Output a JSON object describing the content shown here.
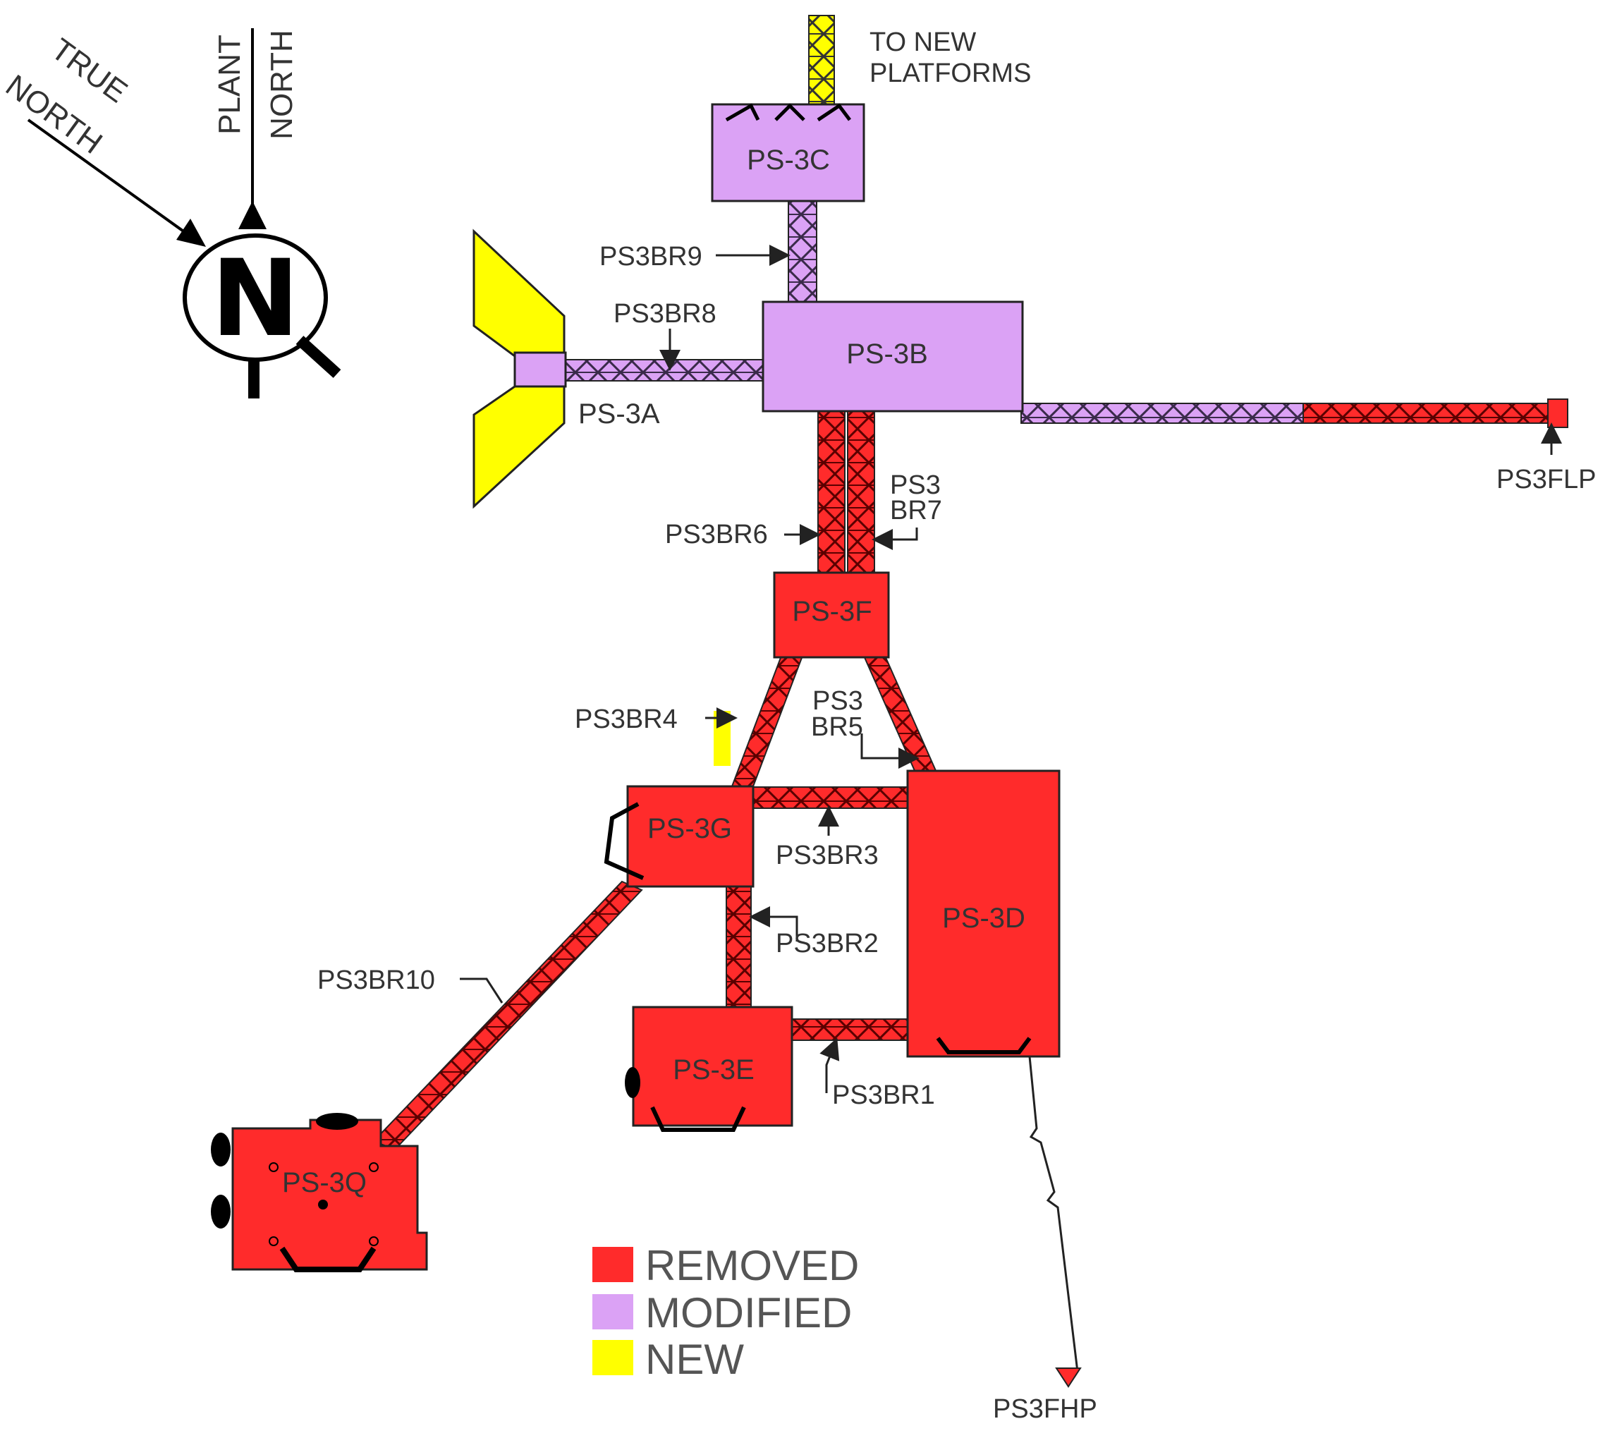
{
  "compass": {
    "center_letter": "N",
    "true_north_line1": "TRUE",
    "true_north_line2": "NORTH",
    "plant_north_line1": "PLANT",
    "plant_north_line2": "NORTH"
  },
  "colors": {
    "removed": "#ff2b2b",
    "modified": "#dba2f5",
    "new": "#ffff00"
  },
  "platforms": {
    "ps3a": "PS-3A",
    "ps3b": "PS-3B",
    "ps3c": "PS-3C",
    "ps3d": "PS-3D",
    "ps3e": "PS-3E",
    "ps3f": "PS-3F",
    "ps3g": "PS-3G",
    "ps3q": "PS-3Q"
  },
  "bridges": {
    "br1": "PS3BR1",
    "br2": "PS3BR2",
    "br3": "PS3BR3",
    "br4": "PS3BR4",
    "br5_line1": "PS3",
    "br5_line2": "BR5",
    "br6": "PS3BR6",
    "br7_line1": "PS3",
    "br7_line2": "BR7",
    "br8": "PS3BR8",
    "br9": "PS3BR9",
    "br10": "PS3BR10"
  },
  "other": {
    "flp": "PS3FLP",
    "fhp": "PS3FHP",
    "to_new_line1": "TO NEW",
    "to_new_line2": "PLATFORMS"
  },
  "legend": {
    "items": [
      {
        "label": "REMOVED",
        "status": "removed"
      },
      {
        "label": "MODIFIED",
        "status": "modified"
      },
      {
        "label": "NEW",
        "status": "new"
      }
    ]
  }
}
